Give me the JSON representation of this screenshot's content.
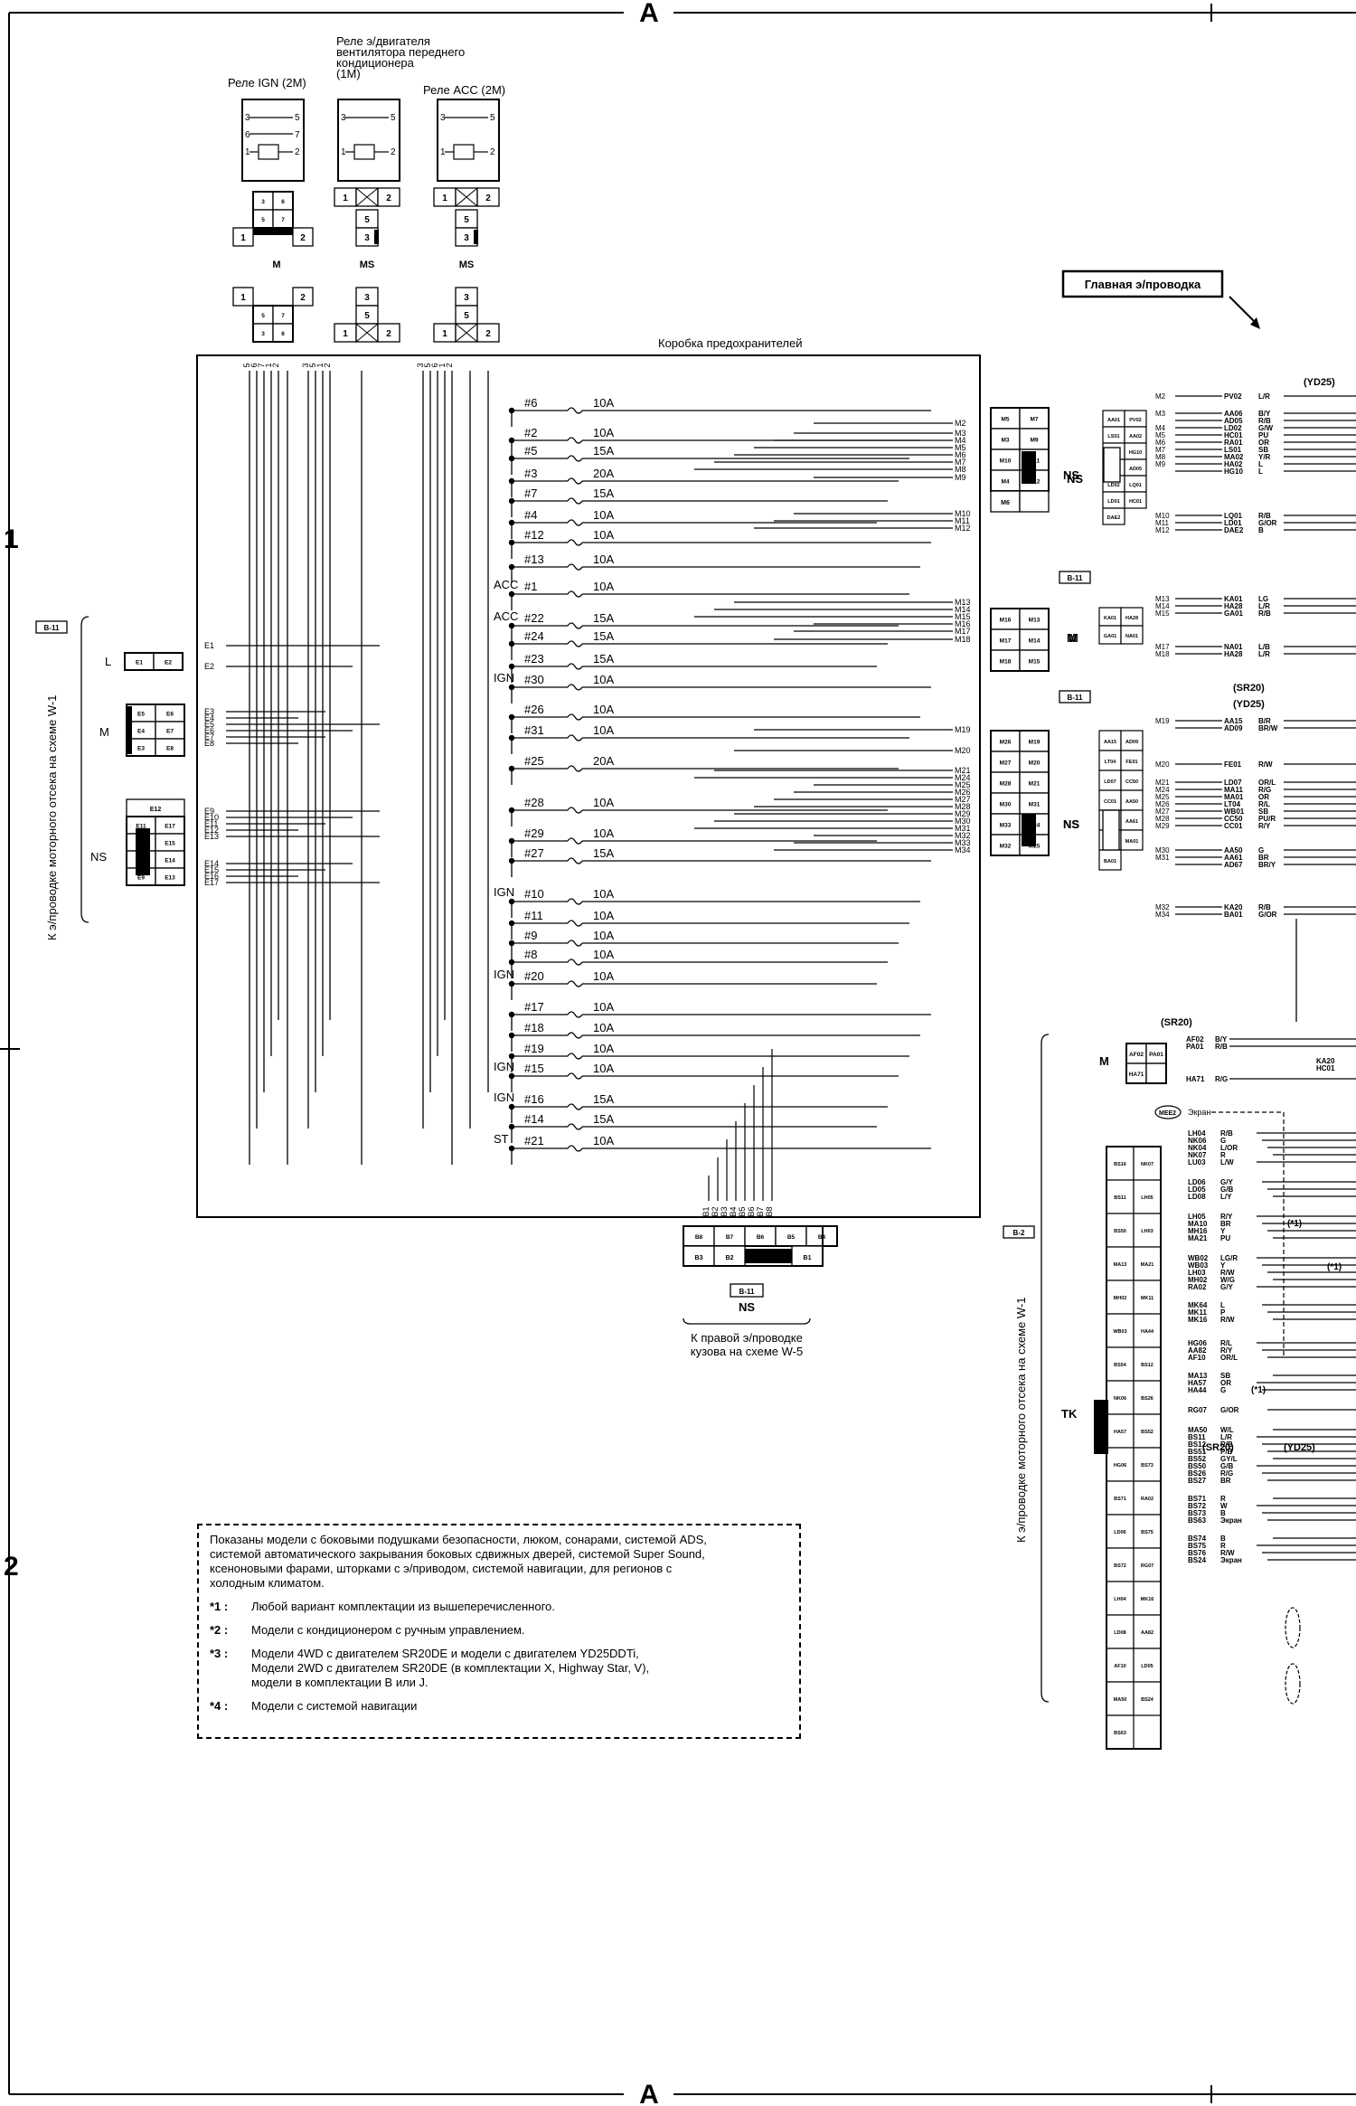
{
  "border": {
    "top_letter": "A",
    "bottom_letter": "A",
    "row1": "1",
    "row2": "2"
  },
  "relays": [
    {
      "label": "Реле IGN (2M)",
      "pins": [
        "3",
        "5",
        "6",
        "7",
        "1",
        "2"
      ],
      "connector": "M",
      "connector_pins": [
        "3",
        "6",
        "5",
        "7",
        "1",
        "2"
      ]
    },
    {
      "label": "Реле э/двигателя\nвентилятора переднего\nкондиционера\n(1M)",
      "pins": [
        "3",
        "5",
        "1",
        "2"
      ],
      "connector": "MS",
      "connector_pins": [
        "1",
        "2",
        "5",
        "3"
      ]
    },
    {
      "label": "Реле ACC (2M)",
      "pins": [
        "3",
        "5",
        "1",
        "2"
      ],
      "connector": "MS",
      "connector_pins": [
        "1",
        "2",
        "5",
        "3"
      ]
    }
  ],
  "fuse_box": {
    "title": "Коробка предохранителей",
    "fuses": [
      {
        "group": "",
        "id": "#6",
        "rating": "10A"
      },
      {
        "group": "",
        "id": "#2",
        "rating": "10A"
      },
      {
        "group": "",
        "id": "#5",
        "rating": "15A"
      },
      {
        "group": "",
        "id": "#3",
        "rating": "20A"
      },
      {
        "group": "",
        "id": "#7",
        "rating": "15A"
      },
      {
        "group": "",
        "id": "#4",
        "rating": "10A"
      },
      {
        "group": "",
        "id": "#12",
        "rating": "10A"
      },
      {
        "group": "",
        "id": "#13",
        "rating": "10A"
      },
      {
        "group": "ACC",
        "id": "#1",
        "rating": "10A"
      },
      {
        "group": "ACC",
        "id": "#22",
        "rating": "15A"
      },
      {
        "group": "",
        "id": "#24",
        "rating": "15A"
      },
      {
        "group": "",
        "id": "#23",
        "rating": "15A"
      },
      {
        "group": "IGN",
        "id": "#30",
        "rating": "10A"
      },
      {
        "group": "",
        "id": "#26",
        "rating": "10A"
      },
      {
        "group": "",
        "id": "#31",
        "rating": "10A"
      },
      {
        "group": "",
        "id": "#25",
        "rating": "20A"
      },
      {
        "group": "",
        "id": "#28",
        "rating": "10A"
      },
      {
        "group": "",
        "id": "#29",
        "rating": "10A"
      },
      {
        "group": "",
        "id": "#27",
        "rating": "15A"
      },
      {
        "group": "IGN",
        "id": "#10",
        "rating": "10A"
      },
      {
        "group": "",
        "id": "#11",
        "rating": "10A"
      },
      {
        "group": "",
        "id": "#9",
        "rating": "10A"
      },
      {
        "group": "",
        "id": "#8",
        "rating": "10A"
      },
      {
        "group": "IGN",
        "id": "#20",
        "rating": "10A"
      },
      {
        "group": "",
        "id": "#17",
        "rating": "10A"
      },
      {
        "group": "",
        "id": "#18",
        "rating": "10A"
      },
      {
        "group": "",
        "id": "#19",
        "rating": "10A"
      },
      {
        "group": "IGN",
        "id": "#15",
        "rating": "10A"
      },
      {
        "group": "IGN",
        "id": "#16",
        "rating": "15A"
      },
      {
        "group": "",
        "id": "#14",
        "rating": "15A"
      },
      {
        "group": "ST",
        "id": "#21",
        "rating": "10A"
      }
    ],
    "top_pins": [
      "5",
      "6",
      "7",
      "1",
      "2",
      "3",
      "5",
      "1",
      "2",
      "3",
      "5",
      "6",
      "1",
      "2"
    ],
    "left_pins": [
      "E1",
      "E2",
      "E3",
      "E4",
      "E5",
      "E6",
      "E7",
      "E8",
      "E9",
      "E10",
      "E11",
      "E12",
      "E13",
      "E14",
      "E15",
      "E16",
      "E17"
    ],
    "right_pins": [
      "M2",
      "M3",
      "M4",
      "M5",
      "M6",
      "M7",
      "M8",
      "M9",
      "M10",
      "M11",
      "M12",
      "M13",
      "M14",
      "M15",
      "M16",
      "M17",
      "M18",
      "M19",
      "M20",
      "M21",
      "M24",
      "M25",
      "M26",
      "M27",
      "M28",
      "M29",
      "M30",
      "M31",
      "M32",
      "M33",
      "M34"
    ],
    "bottom_pins": [
      "B1",
      "B2",
      "B3",
      "B4",
      "B5",
      "B6",
      "B7",
      "B8"
    ]
  },
  "left_side": {
    "ref": "B-11",
    "text": "К э/проводке моторного отсека на схеме W-1",
    "groups": [
      {
        "label": "L",
        "cells": [
          "E1",
          "E2"
        ]
      },
      {
        "label": "M",
        "cells": [
          "E5",
          "E6",
          "E4",
          "E7",
          "E3",
          "E8"
        ]
      },
      {
        "label": "NS",
        "cells": [
          "E12",
          "E11",
          "E17",
          "E16",
          "E15",
          "E10",
          "E14",
          "E9",
          "E13"
        ]
      }
    ]
  },
  "bottom_connector": {
    "cells": [
      "B8",
      "B7",
      "B6",
      "B5",
      "B4",
      "B3",
      "B2",
      "B1"
    ],
    "ref": "B-11",
    "label": "NS",
    "text": "К правой э/проводке\nкузова на схеме W-5"
  },
  "right_connectors": {
    "ns_top": {
      "label": "NS",
      "cells": [
        "M5",
        "M7",
        "M3",
        "M9",
        "M10",
        "M11",
        "M4",
        "M12",
        "M6"
      ]
    },
    "m_mid": {
      "label": "M",
      "cells": [
        "M16",
        "M13",
        "M17",
        "M14",
        "M18",
        "M15"
      ]
    },
    "ns_low": {
      "label": "NS",
      "cells": [
        "M26",
        "M19",
        "M27",
        "M20",
        "M28",
        "M21",
        "M30",
        "M31",
        "M33",
        "M34",
        "M32",
        "M25"
      ]
    }
  },
  "main_harness": {
    "label": "Главная э/проводка",
    "ref": "B-11",
    "ns_block": {
      "label": "NS",
      "cells": [
        "AA01",
        "PV02",
        "LS01",
        "AA02",
        "HA02",
        "HG10",
        "AA06",
        "AD05",
        "LD02",
        "LQ01",
        "LD01",
        "HC01",
        "DAE2"
      ],
      "wires": [
        {
          "pin": "M2",
          "code": "PV02",
          "color": "L/R"
        },
        {
          "pin": "M3",
          "code": "AA06",
          "color": "B/Y"
        },
        {
          "pin": "",
          "code": "AD05",
          "color": "R/B"
        },
        {
          "pin": "M4",
          "code": "LD02",
          "color": "G/W"
        },
        {
          "pin": "M5",
          "code": "HC01",
          "color": "PU"
        },
        {
          "pin": "M6",
          "code": "RA01",
          "color": "OR"
        },
        {
          "pin": "M7",
          "code": "LS01",
          "color": "SB"
        },
        {
          "pin": "M8",
          "code": "MA02",
          "color": "Y/R"
        },
        {
          "pin": "M9",
          "code": "HA02",
          "color": "L"
        },
        {
          "pin": "",
          "code": "HG10",
          "color": "L"
        },
        {
          "pin": "M10",
          "code": "LQ01",
          "color": "R/B"
        },
        {
          "pin": "M11",
          "code": "LD01",
          "color": "G/OR"
        },
        {
          "pin": "M12",
          "code": "DAE2",
          "color": "B"
        }
      ],
      "variant": "(YD25)"
    },
    "m_block": {
      "label": "M",
      "cells": [
        "KA01",
        "HA28",
        "GA01",
        "NA01"
      ],
      "wires": [
        {
          "pin": "M13",
          "code": "KA01",
          "color": "LG"
        },
        {
          "pin": "M14",
          "code": "HA28",
          "color": "L/R"
        },
        {
          "pin": "M15",
          "code": "GA01",
          "color": "R/B"
        },
        {
          "pin": "M17",
          "code": "NA01",
          "color": "L/B"
        },
        {
          "pin": "M18",
          "code": "HA28",
          "color": "L/R"
        }
      ]
    },
    "ns2_block": {
      "label": "NS",
      "variants": [
        "(SR20)",
        "(YD25)"
      ],
      "cells": [
        "AA15",
        "AD09",
        "LT04",
        "FE01",
        "LD07",
        "CC50",
        "CC01",
        "AA50",
        "MA11",
        "AA61",
        "AD67",
        "MA01",
        "BA01"
      ],
      "wires": [
        {
          "pin": "M19",
          "code": "AA15",
          "color": "B/R"
        },
        {
          "pin": "",
          "code": "AD09",
          "color": "BR/W"
        },
        {
          "pin": "M20",
          "code": "FE01",
          "color": "R/W"
        },
        {
          "pin": "M21",
          "code": "LD07",
          "color": "OR/L"
        },
        {
          "pin": "M24",
          "code": "MA11",
          "color": "R/G"
        },
        {
          "pin": "M25",
          "code": "MA01",
          "color": "OR"
        },
        {
          "pin": "M26",
          "code": "LT04",
          "color": "R/L"
        },
        {
          "pin": "M27",
          "code": "WB01",
          "color": "SB"
        },
        {
          "pin": "M28",
          "code": "CC50",
          "color": "PU/R"
        },
        {
          "pin": "M29",
          "code": "CC01",
          "color": "R/Y"
        },
        {
          "pin": "M30",
          "code": "AA50",
          "color": "G"
        },
        {
          "pin": "M31",
          "code": "AA61",
          "color": "BR"
        },
        {
          "pin": "",
          "code": "AD67",
          "color": "BR/Y"
        },
        {
          "pin": "M32",
          "code": "KA20",
          "color": "R/B"
        },
        {
          "pin": "M34",
          "code": "BA01",
          "color": "G/OR"
        }
      ]
    }
  },
  "bottom_right": {
    "side_text": "К э/проводке моторного отсека на схеме W-1",
    "ref": "B-2",
    "m_block": {
      "label": "M",
      "variant": "(SR20)",
      "cells": [
        "AF02",
        "PA01",
        "HA71"
      ],
      "wires": [
        {
          "code": "AF02",
          "color": "B/Y"
        },
        {
          "code": "PA01",
          "color": "R/B"
        },
        {
          "code": "HA71",
          "color": "R/G"
        }
      ],
      "right_codes": [
        "KA20",
        "HC01"
      ]
    },
    "shield": {
      "code": "MEE2",
      "label": "Экран"
    },
    "tk_label": "TK",
    "wires": [
      {
        "code": "LH04",
        "color": "R/B"
      },
      {
        "code": "NK06",
        "color": "G"
      },
      {
        "code": "NK04",
        "color": "L/OR"
      },
      {
        "code": "NK07",
        "color": "R"
      },
      {
        "code": "LU03",
        "color": "L/W"
      },
      {
        "code": "LD06",
        "color": "G/Y"
      },
      {
        "code": "LD05",
        "color": "G/B"
      },
      {
        "code": "LD08",
        "color": "L/Y"
      },
      {
        "code": "LH05",
        "color": "R/Y"
      },
      {
        "code": "MA10",
        "color": "BR"
      },
      {
        "code": "MH16",
        "color": "Y"
      },
      {
        "code": "MA21",
        "color": "PU"
      },
      {
        "code": "WB02",
        "color": "LG/R"
      },
      {
        "code": "WB03",
        "color": "Y"
      },
      {
        "code": "LH03",
        "color": "R/W"
      },
      {
        "code": "MH02",
        "color": "W/G"
      },
      {
        "code": "RA02",
        "color": "G/Y"
      },
      {
        "code": "MK64",
        "color": "L"
      },
      {
        "code": "MK11",
        "color": "P"
      },
      {
        "code": "MK16",
        "color": "R/W"
      },
      {
        "code": "HG06",
        "color": "R/L"
      },
      {
        "code": "AA82",
        "color": "R/Y"
      },
      {
        "code": "AF10",
        "color": "OR/L"
      },
      {
        "code": "MA13",
        "color": "SB"
      },
      {
        "code": "HA57",
        "color": "OR"
      },
      {
        "code": "HA44",
        "color": "G"
      },
      {
        "code": "RG07",
        "color": "G/OR"
      },
      {
        "code": "MA50",
        "color": "W/L"
      },
      {
        "code": "BS11",
        "color": "L/R"
      },
      {
        "code": "BS12",
        "color": "R/B"
      },
      {
        "code": "BS51",
        "color": "P/B"
      },
      {
        "code": "BS52",
        "color": "GY/L"
      },
      {
        "code": "BS50",
        "color": "G/B"
      },
      {
        "code": "BS26",
        "color": "R/G"
      },
      {
        "code": "BS27",
        "color": "BR"
      },
      {
        "code": "BS71",
        "color": "R"
      },
      {
        "code": "BS72",
        "color": "W"
      },
      {
        "code": "BS73",
        "color": "B"
      },
      {
        "code": "BS63",
        "color": "Экран"
      },
      {
        "code": "BS74",
        "color": "B"
      },
      {
        "code": "BS75",
        "color": "R"
      },
      {
        "code": "BS76",
        "color": "R/W"
      },
      {
        "code": "BS24",
        "color": "Экран"
      }
    ],
    "marks": [
      "(*1)",
      "(*1)",
      "(*1)"
    ],
    "variants": [
      "(SR20)",
      "(YD25)"
    ],
    "connector_cells": [
      "BS16",
      "NK07",
      "BS11",
      "LH05",
      "BS50",
      "LH03",
      "MA13",
      "MA21",
      "MH02",
      "MK11",
      "WB03",
      "HA44",
      "BS54",
      "BS12",
      "NK06",
      "BS26",
      "HA57",
      "BS52",
      "HG06",
      "BS73",
      "BS71",
      "RA02",
      "LD06",
      "BS75",
      "BS72",
      "RG07",
      "LH04",
      "MK16",
      "LD08",
      "AA82",
      "AF10",
      "LD05",
      "MA50",
      "BS24",
      "BS63"
    ]
  },
  "notes": {
    "intro": "Показаны модели с боковыми подушками безопасности, люком, сонарами, системой ADS,\nсистемой автоматического закрывания боковых сдвижных дверей, системой Super Sound,\nксеноновыми фарами, шторками с э/приводом, системой навигации, для регионов с\nхолодным климатом.",
    "items": [
      {
        "mark": "*1 :",
        "text": "Любой вариант комплектации из вышеперечисленного."
      },
      {
        "mark": "*2 :",
        "text": "Модели с кондиционером с ручным управлением."
      },
      {
        "mark": "*3 :",
        "text": "Модели 4WD с двигателем SR20DE и модели с двигателем YD25DDTi,\nМодели 2WD с двигателем SR20DE (в комплектации X, Highway Star, V),\nмодели в комплектации B или J."
      },
      {
        "mark": "*4 :",
        "text": "Модели с системой навигации"
      }
    ]
  }
}
